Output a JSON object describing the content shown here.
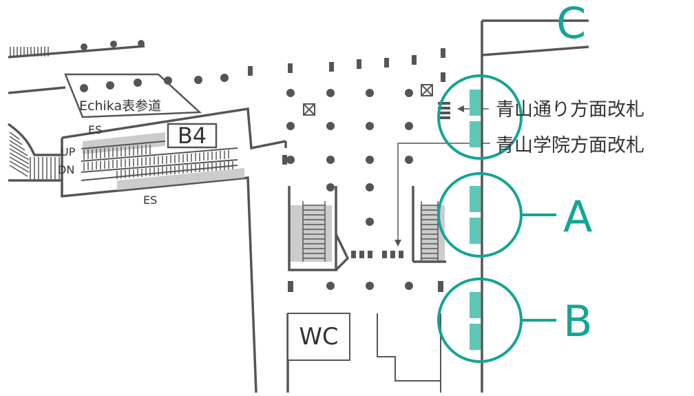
{
  "colors": {
    "accent": "#13a596",
    "gate": "#5ec8b7",
    "line": "#555555",
    "escalator_fill": "#cccccc",
    "marker": "#555555"
  },
  "labels": {
    "echika": "Echika表参道",
    "floor": "B4",
    "escalator_upper": "ES",
    "escalator_lower": "ES",
    "up": "UP",
    "down": "DN",
    "restroom": "WC",
    "gate_aoyama_dori": "青山通り方面改札",
    "gate_aoyama_gakuin": "青山学院方面改札"
  },
  "exits": {
    "a": "A",
    "b": "B",
    "c": "C"
  },
  "icons": {
    "elevator": "boxed-x-icon",
    "arrow": "arrow-left-icon"
  }
}
